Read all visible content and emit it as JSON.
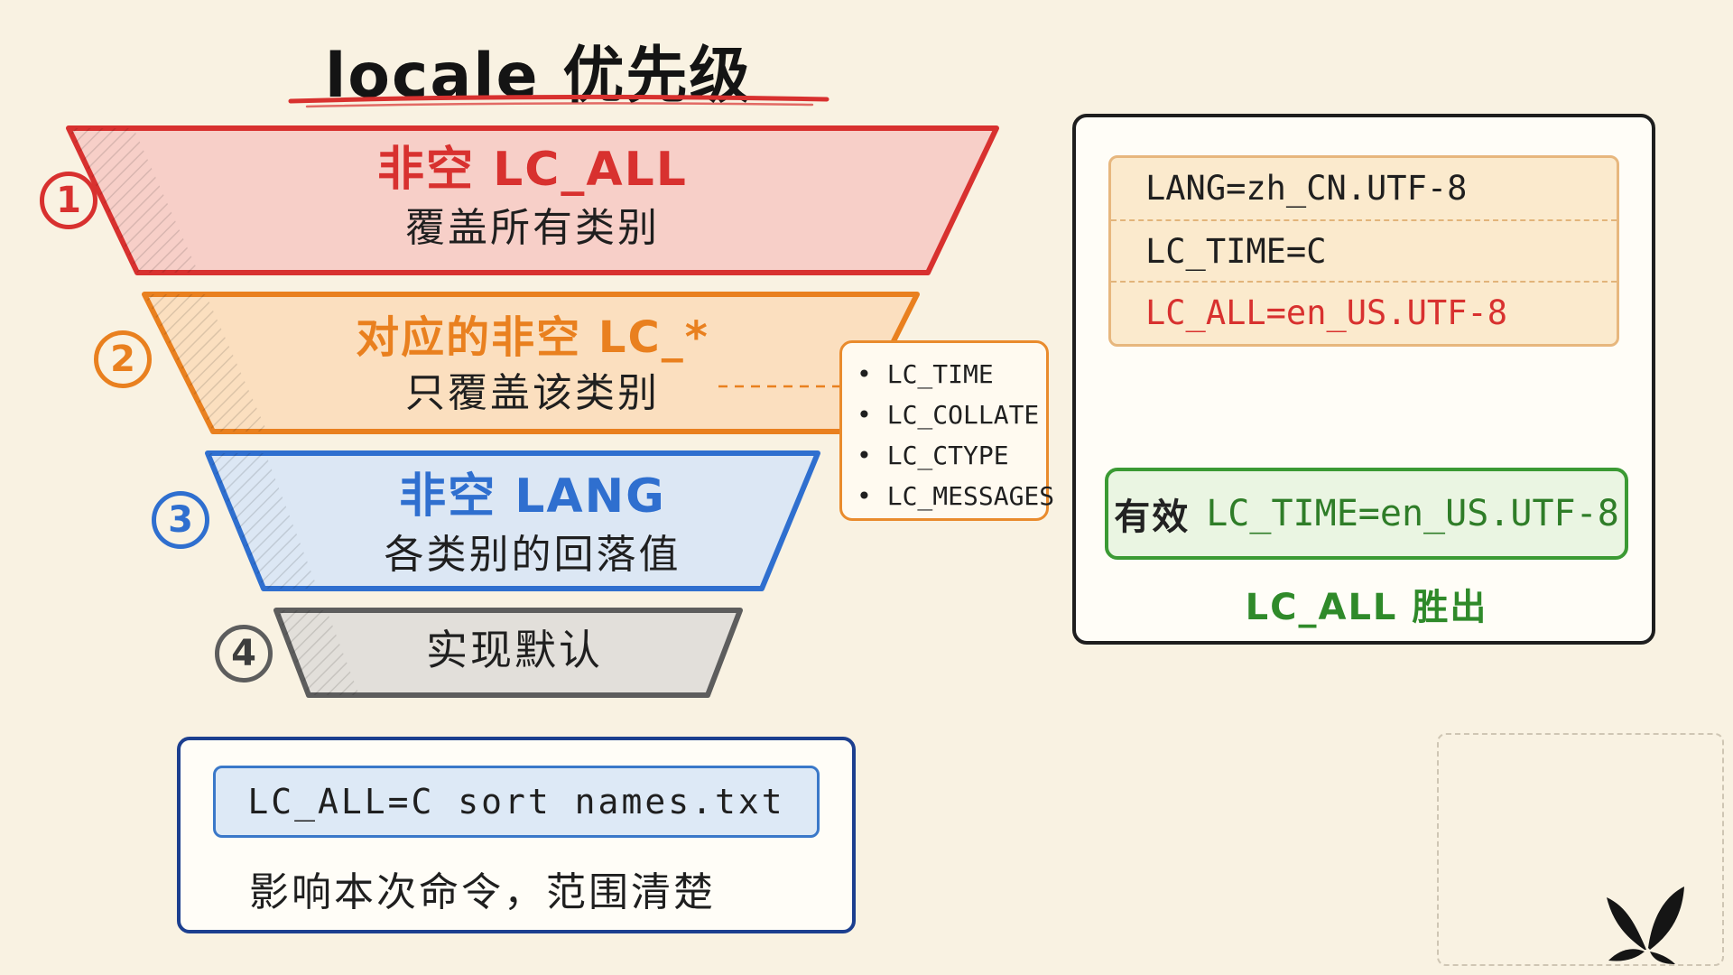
{
  "title": "locale 优先级",
  "tiers": [
    {
      "number": "1",
      "heading": "非空 LC_ALL",
      "sub": "覆盖所有类别",
      "color": "#d8312f",
      "fill": "#f7cfc8"
    },
    {
      "number": "2",
      "heading": "对应的非空 LC_*",
      "sub": "只覆盖该类别",
      "color": "#e9801f",
      "fill": "#fbdfbf"
    },
    {
      "number": "3",
      "heading": "非空 LANG",
      "sub": "各类别的回落值",
      "color": "#2f6fcf",
      "fill": "#dce7f4"
    },
    {
      "number": "4",
      "heading": "",
      "sub": "实现默认",
      "color": "#5d5d5d",
      "fill": "#e2dfda"
    }
  ],
  "lc_categories": [
    "LC_TIME",
    "LC_COLLATE",
    "LC_CTYPE",
    "LC_MESSAGES"
  ],
  "example": {
    "env_lines": [
      {
        "text": "LANG=zh_CN.UTF-8",
        "color": "#1f1f1f"
      },
      {
        "text": "LC_TIME=C",
        "color": "#1f1f1f"
      },
      {
        "text": "LC_ALL=en_US.UTF-8",
        "color": "#d8312f"
      }
    ],
    "result_label": "有效",
    "result_value": "LC_TIME=en_US.UTF-8",
    "winner": "LC_ALL 胜出"
  },
  "command": {
    "text": "LC_ALL=C sort names.txt",
    "note": "影响本次命令，范围清楚"
  }
}
